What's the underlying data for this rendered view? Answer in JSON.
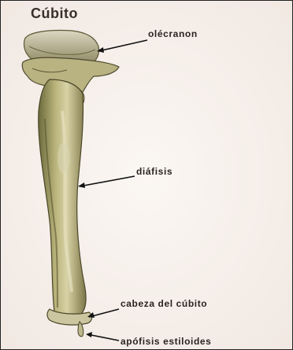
{
  "title": "Cúbito",
  "labels": {
    "olecranon": "olécranon",
    "diafisis": "diáfisis",
    "cabeza": "cabeza del cúbito",
    "apofisis": "apófisis estiloides"
  }
}
